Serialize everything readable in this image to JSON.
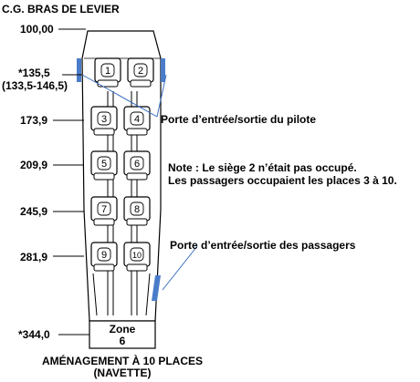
{
  "header": {
    "title": "C.G. BRAS DE LEVIER"
  },
  "stations": [
    {
      "id": "s100",
      "label": "100,00"
    },
    {
      "id": "s135",
      "label": "*135,5",
      "sub": "(133,5-146,5)"
    },
    {
      "id": "s173",
      "label": "173,9"
    },
    {
      "id": "s209",
      "label": "209,9"
    },
    {
      "id": "s245",
      "label": "245,9"
    },
    {
      "id": "s281",
      "label": "281,9"
    },
    {
      "id": "s344",
      "label": "*344,0"
    }
  ],
  "seats": [
    "1",
    "2",
    "3",
    "4",
    "5",
    "6",
    "7",
    "8",
    "9",
    "10"
  ],
  "zone": {
    "line1": "Zone",
    "line2": "6"
  },
  "annotations": {
    "pilot_door": "Porte d’entrée/sortie du pilote",
    "note_line1": "Note : Le siège 2 n’était pas occupé.",
    "note_line2": "Les passagers occupaient les places 3 à 10.",
    "passenger_door": "Porte d’entrée/sortie des passagers"
  },
  "caption": {
    "line1": "AMÉNAGEMENT À 10 PLACES",
    "line2": "(NAVETTE)"
  },
  "colors": {
    "door": "#4a7cc9",
    "leader": "#3a6fc0",
    "outline": "#000000"
  }
}
